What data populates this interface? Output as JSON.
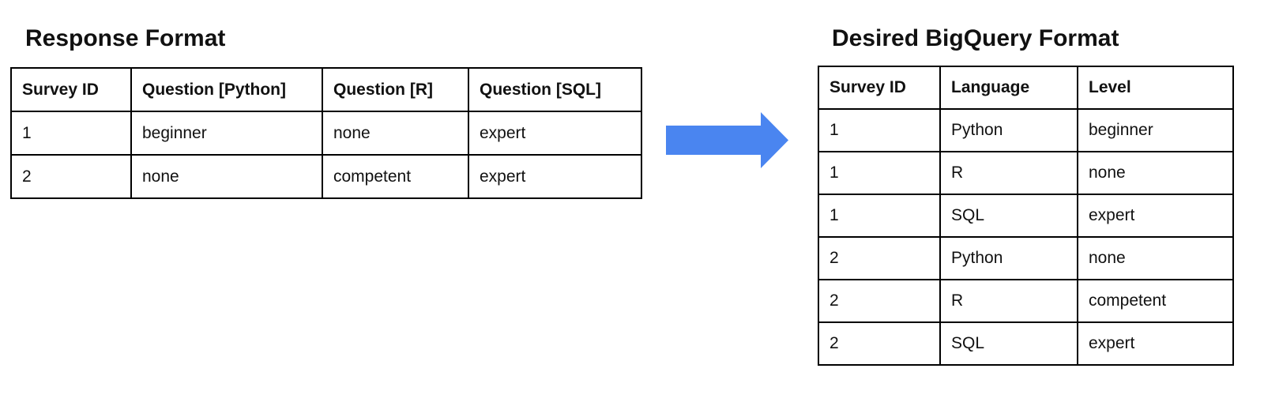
{
  "left_table": {
    "title": "Response Format",
    "headers": [
      "Survey ID",
      "Question [Python]",
      "Question [R]",
      "Question [SQL]"
    ],
    "rows": [
      [
        "1",
        "beginner",
        "none",
        "expert"
      ],
      [
        "2",
        "none",
        "competent",
        "expert"
      ]
    ]
  },
  "arrow": {
    "icon": "right-block-arrow",
    "color": "#4A85F0"
  },
  "right_table": {
    "title": "Desired BigQuery Format",
    "headers": [
      "Survey ID",
      "Language",
      "Level"
    ],
    "rows": [
      [
        "1",
        "Python",
        "beginner"
      ],
      [
        "1",
        "R",
        "none"
      ],
      [
        "1",
        "SQL",
        "expert"
      ],
      [
        "2",
        "Python",
        "none"
      ],
      [
        "2",
        "R",
        "competent"
      ],
      [
        "2",
        "SQL",
        "expert"
      ]
    ]
  }
}
